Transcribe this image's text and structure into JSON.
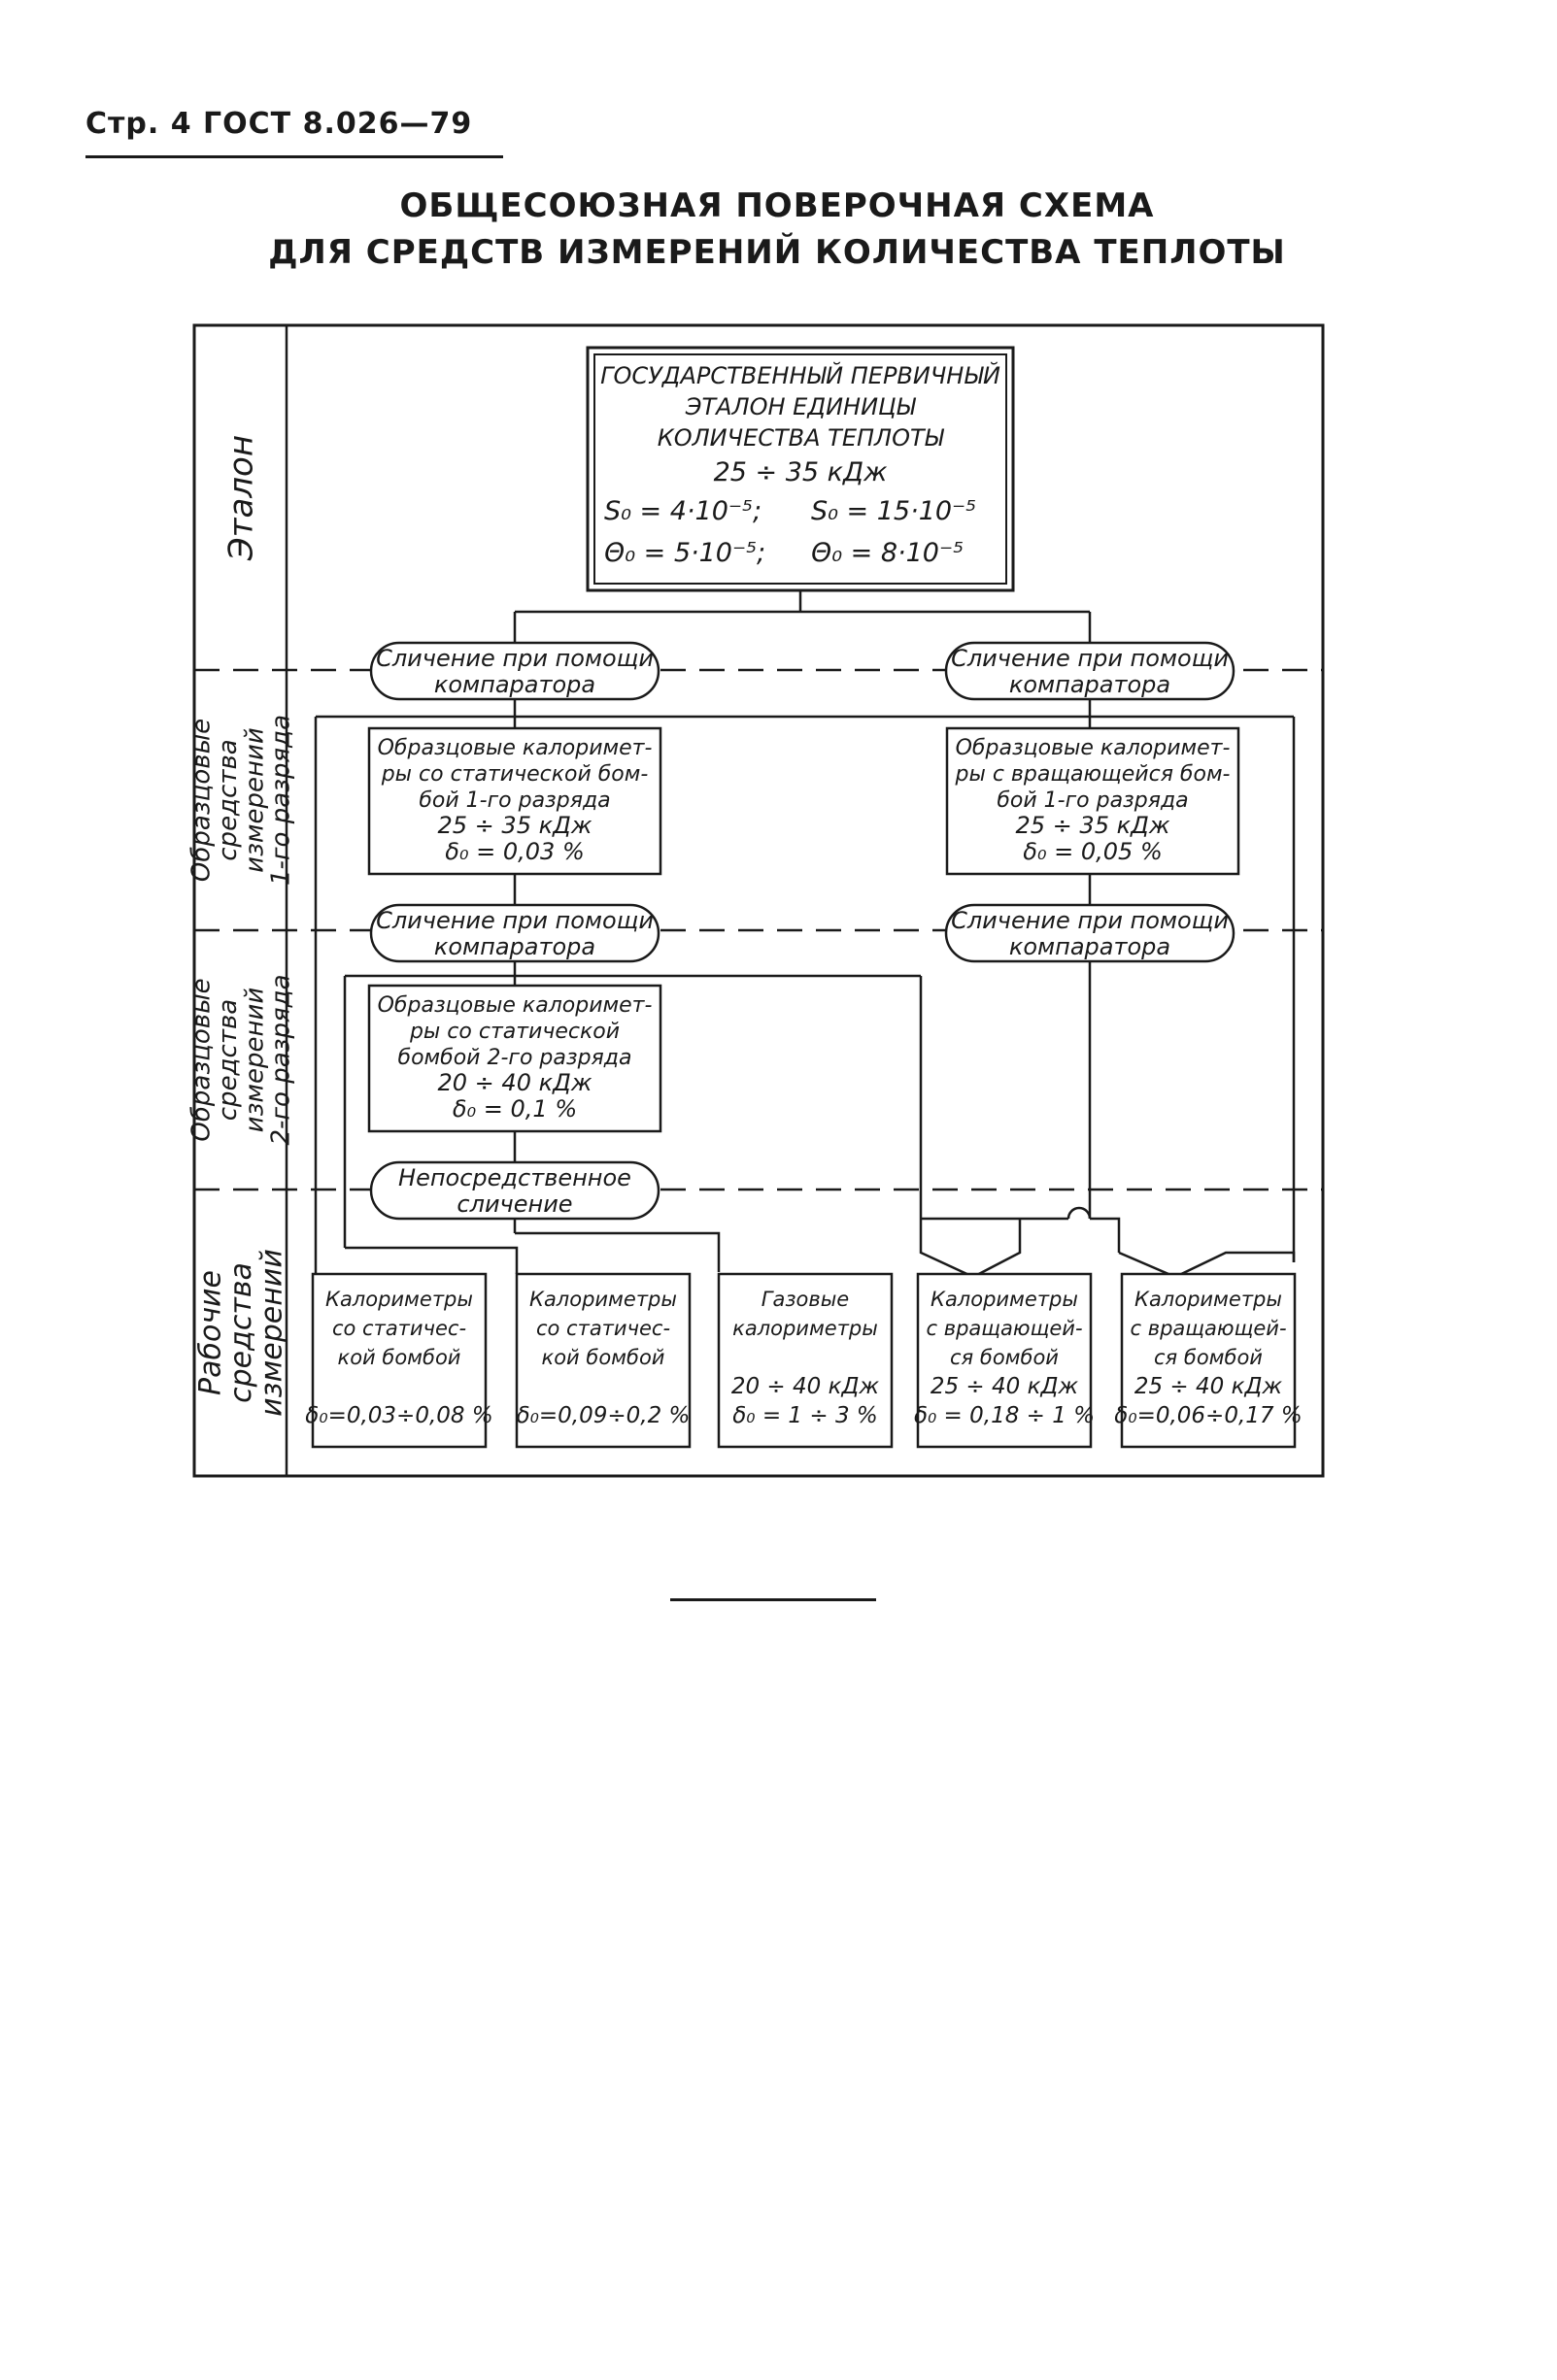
{
  "header": {
    "text": "Стр. 4  ГОСТ 8.026—79"
  },
  "title": {
    "line1": "ОБЩЕСОЮЗНАЯ ПОВЕРОЧНАЯ СХЕМА",
    "line2": "ДЛЯ СРЕДСТВ ИЗМЕРЕНИЙ КОЛИЧЕСТВА ТЕПЛОТЫ"
  },
  "rows": [
    {
      "lines": [
        "Эталон"
      ]
    },
    {
      "lines": [
        "Образцовые",
        "средства",
        "измерений",
        "1-го разряда"
      ]
    },
    {
      "lines": [
        "Образцовые",
        "средства",
        "измерений",
        "2-го разряда"
      ]
    },
    {
      "lines": [
        "Рабочие",
        "средства",
        "измерений"
      ]
    }
  ],
  "etalon": {
    "lines": [
      "ГОСУДАРСТВЕННЫЙ ПЕРВИЧНЫЙ",
      "ЭТАЛОН ЕДИНИЦЫ",
      "КОЛИЧЕСТВА  ТЕПЛОТЫ",
      "25 ÷ 35 кДж"
    ],
    "s0_a": "S₀ = 4·10⁻⁵;",
    "s0_b": "S₀ = 15·10⁻⁵",
    "t0_a": "Θ₀ = 5·10⁻⁵;",
    "t0_b": "Θ₀ = 8·10⁻⁵"
  },
  "comparisons": [
    {
      "lines": [
        "Сличение при помощи",
        "компаратора"
      ]
    },
    {
      "lines": [
        "Сличение при помощи",
        "компаратора"
      ]
    },
    {
      "lines": [
        "Сличение при помощи",
        "компаратора"
      ]
    },
    {
      "lines": [
        "Сличение при помощи",
        "компаратора"
      ]
    },
    {
      "lines": [
        "Непосредственное",
        "сличение"
      ]
    }
  ],
  "boxes": [
    {
      "lines": [
        "Образцовые калоримет-",
        "ры со статической бом-",
        "бой 1-го разряда",
        "25 ÷ 35 кДж",
        "δ₀ = 0,03 %"
      ]
    },
    {
      "lines": [
        "Образцовые калоримет-",
        "ры с вращающейся бом-",
        "бой  1-го разряда",
        "25 ÷ 35 кДж",
        "δ₀ = 0,05 %"
      ]
    },
    {
      "lines": [
        "Образцовые калоримет-",
        "ры со  статической",
        "бомбой 2-го разряда",
        "20 ÷ 40 кДж",
        "δ₀ = 0,1 %"
      ]
    },
    {
      "lines": [
        "Калориметры",
        "со статичес-",
        "кой бомбой",
        "",
        "δ₀=0,03÷0,08 %"
      ]
    },
    {
      "lines": [
        "Калориметры",
        "со статичес-",
        "кой бомбой",
        "",
        "δ₀=0,09÷0,2 %"
      ]
    },
    {
      "lines": [
        "Газовые",
        "калориметры",
        "",
        "20 ÷ 40 кДж",
        "δ₀ = 1 ÷ 3 %"
      ]
    },
    {
      "lines": [
        "Калориметры",
        "с вращающей-",
        "ся бомбой",
        "25 ÷ 40 кДж",
        "δ₀ = 0,18 ÷ 1 %"
      ]
    },
    {
      "lines": [
        "Калориметры",
        "с вращающей-",
        "ся бомбой",
        "25 ÷ 40 кДж",
        "δ₀=0,06÷0,17 %"
      ]
    }
  ]
}
